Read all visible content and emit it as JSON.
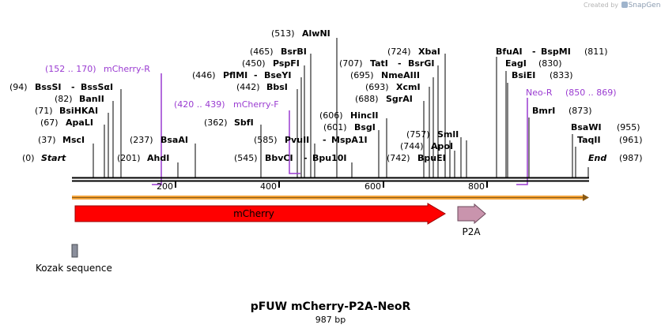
{
  "credit": {
    "text": "Created by",
    "brand": "SnapGene"
  },
  "title": "pFUW mCherry-P2A-NeoR",
  "subtitle": "987 bp",
  "axis": {
    "ticks": [
      "200",
      "400",
      "600",
      "800"
    ]
  },
  "sites": [
    {
      "pos": "(0)",
      "name": "Start",
      "italic": true
    },
    {
      "pos": "(37)",
      "name": "MscI"
    },
    {
      "pos": "(67)",
      "name": "ApaLI"
    },
    {
      "pos": "(71)",
      "name": "BsiHKAI"
    },
    {
      "pos": "(82)",
      "name": "BanII"
    },
    {
      "pos": "(94)",
      "name": "BssSI",
      "sep": "-",
      "name2": "BssSαI"
    },
    {
      "pos": "(201)",
      "name": "AhdI"
    },
    {
      "pos": "(237)",
      "name": "BsaAI"
    },
    {
      "pos": "(362)",
      "name": "SbfI"
    },
    {
      "pos": "(442)",
      "name": "BbsI"
    },
    {
      "pos": "(446)",
      "name": "PflMI",
      "sep": "-",
      "name2": "BseYI"
    },
    {
      "pos": "(450)",
      "name": "PspFI"
    },
    {
      "pos": "(465)",
      "name": "BsrBI"
    },
    {
      "pos": "(513)",
      "name": "AlwNI"
    },
    {
      "pos": "(545)",
      "name": "BbvCI",
      "sep": "-",
      "name2": "Bpu10I"
    },
    {
      "pos": "(585)",
      "name": "PvuII",
      "sep": "-",
      "name2": "MspA1I"
    },
    {
      "pos": "(601)",
      "name": "BsgI"
    },
    {
      "pos": "(606)",
      "name": "HincII"
    },
    {
      "pos": "(688)",
      "name": "SgrAI"
    },
    {
      "pos": "(693)",
      "name": "XcmI"
    },
    {
      "pos": "(695)",
      "name": "NmeAIII"
    },
    {
      "pos": "(707)",
      "name": "TatI",
      "sep": "-",
      "name2": "BsrGI"
    },
    {
      "pos": "(724)",
      "name": "XbaI"
    },
    {
      "pos": "(742)",
      "name": "BpuEI"
    },
    {
      "pos": "(744)",
      "name": "ApoI"
    },
    {
      "pos": "(757)",
      "name": "SmlI"
    },
    {
      "name": "BfuAI",
      "sep": "-",
      "name2": "BspMI",
      "pos": "(811)"
    },
    {
      "name": "EagI",
      "pos": "(830)"
    },
    {
      "name": "BsiEI",
      "pos": "(833)"
    },
    {
      "name": "BmrI",
      "pos": "(873)"
    },
    {
      "name": "BsaWI",
      "pos": "(955)"
    },
    {
      "name": "TaqII",
      "pos": "(961)"
    },
    {
      "name": "End",
      "italic": true,
      "pos": "(987)"
    }
  ],
  "primers": [
    {
      "range": "(152 .. 170)",
      "name": "mCherry-R"
    },
    {
      "range": "(420 .. 439)",
      "name": "mCherry-F"
    },
    {
      "name": "Neo-R",
      "range": "(850 .. 869)"
    }
  ],
  "features": [
    {
      "name": "mCherry",
      "color": "#ff0000"
    },
    {
      "name": "P2A",
      "color": "#c994ad"
    },
    {
      "name": "Kozak sequence",
      "color": "#8b8f9c"
    }
  ],
  "colors": {
    "orf": "#f2a33a",
    "primer": "#9a3bd1",
    "backbone": "#000000"
  }
}
